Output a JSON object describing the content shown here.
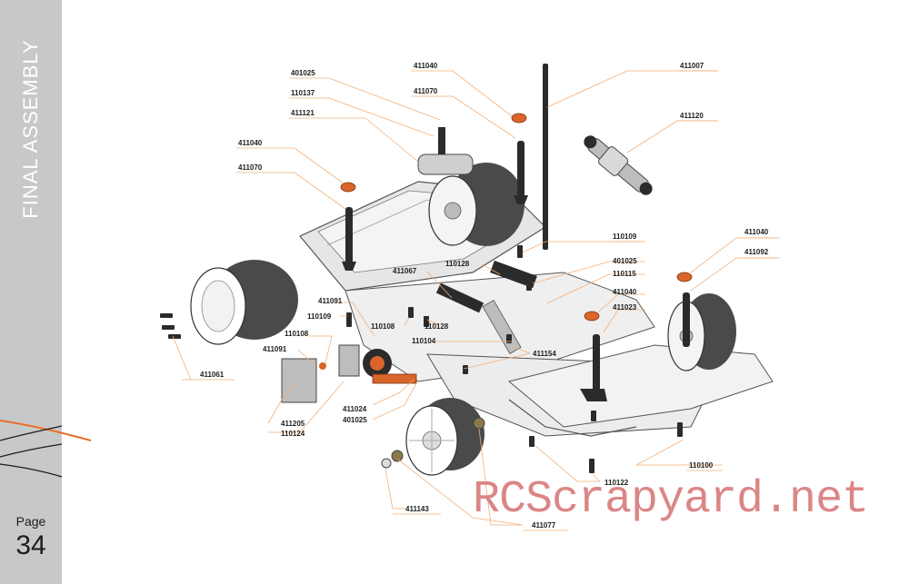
{
  "sidebar": {
    "section_title": "FINAL  ASSEMBLY",
    "page_label": "Page",
    "page_number": "34"
  },
  "part_labels": [
    {
      "id": "411040",
      "key": "a"
    },
    {
      "id": "411070",
      "key": "b"
    },
    {
      "id": "411007",
      "key": "c"
    },
    {
      "id": "401025",
      "key": "d"
    },
    {
      "id": "110137",
      "key": "e"
    },
    {
      "id": "411121",
      "key": "f"
    },
    {
      "id": "411120",
      "key": "g"
    },
    {
      "id": "411040",
      "key": "h"
    },
    {
      "id": "411070",
      "key": "i"
    },
    {
      "id": "110109",
      "key": "j"
    },
    {
      "id": "411067",
      "key": "k"
    },
    {
      "id": "110128",
      "key": "l"
    },
    {
      "id": "401025",
      "key": "m"
    },
    {
      "id": "110115",
      "key": "n"
    },
    {
      "id": "411040",
      "key": "o"
    },
    {
      "id": "411023",
      "key": "p"
    },
    {
      "id": "411040",
      "key": "q"
    },
    {
      "id": "411092",
      "key": "r"
    },
    {
      "id": "411091",
      "key": "s"
    },
    {
      "id": "110109",
      "key": "t"
    },
    {
      "id": "110108",
      "key": "u"
    },
    {
      "id": "110108",
      "key": "v"
    },
    {
      "id": "110128",
      "key": "w"
    },
    {
      "id": "110104",
      "key": "x"
    },
    {
      "id": "411154",
      "key": "y"
    },
    {
      "id": "411091",
      "key": "z"
    },
    {
      "id": "411061",
      "key": "aa"
    },
    {
      "id": "411024",
      "key": "ab"
    },
    {
      "id": "401025",
      "key": "ac"
    },
    {
      "id": "411205",
      "key": "ad"
    },
    {
      "id": "110124",
      "key": "ae"
    },
    {
      "id": "110100",
      "key": "af"
    },
    {
      "id": "110122",
      "key": "ag"
    },
    {
      "id": "411143",
      "key": "ah"
    },
    {
      "id": "411077",
      "key": "ai"
    }
  ],
  "watermark": "RCScrapyard.net",
  "colors": {
    "sidebar": "#c7c8ca",
    "accent": "#e8702a",
    "leader": "#f2b07a",
    "tire": "#4a4a4a",
    "watermark": "#d87a7a"
  }
}
